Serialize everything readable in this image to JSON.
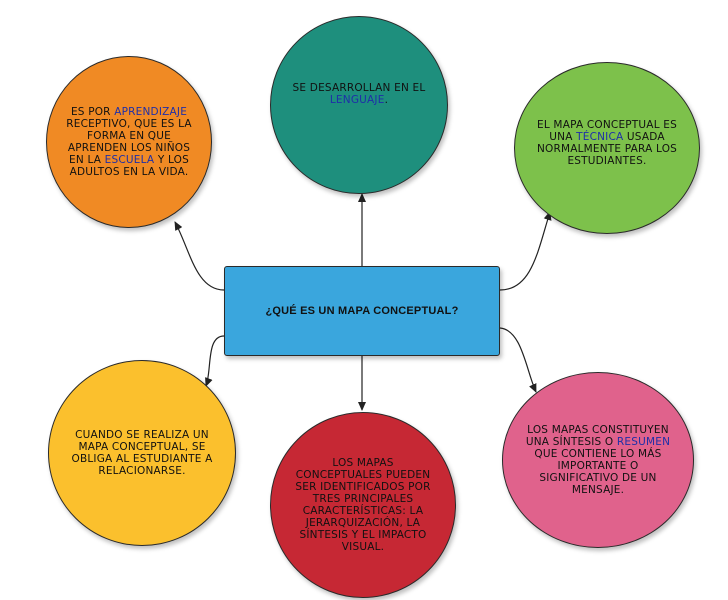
{
  "center": {
    "text": "¿QUÉ  ES UN MAPA CONCEPTUAL?",
    "color": "#3aa6dd"
  },
  "nodes": [
    {
      "id": "top-left",
      "color": "#f08a24",
      "parts": [
        {
          "t": "ES POR "
        },
        {
          "t": "APRENDIZAJE",
          "k": 1
        },
        {
          "t": " RECEPTIVO, QUE ES LA FORMA EN QUE APRENDEN LOS NIÑOS EN LA "
        },
        {
          "t": "ESCUELA",
          "k": 1
        },
        {
          "t": " Y LOS ADULTOS EN LA VIDA."
        }
      ]
    },
    {
      "id": "top-center",
      "color": "#1e8f7d",
      "parts": [
        {
          "t": "SE DESARROLLAN EN EL "
        },
        {
          "t": "LENGUAJE",
          "k": 1
        },
        {
          "t": "."
        }
      ]
    },
    {
      "id": "top-right",
      "color": "#7dc14b",
      "parts": [
        {
          "t": "EL  MAPA CONCEPTUAL ES UNA "
        },
        {
          "t": "TÉCNICA",
          "k": 1
        },
        {
          "t": " USADA NORMALMENTE PARA LOS ESTUDIANTES."
        }
      ]
    },
    {
      "id": "bottom-left",
      "color": "#fbc02d",
      "parts": [
        {
          "t": "CUANDO SE REALIZA UN MAPA CONCEPTUAL, SE OBLIGA AL ESTUDIANTE A RELACIONARSE."
        }
      ]
    },
    {
      "id": "bottom-center",
      "color": "#c62834",
      "parts": [
        {
          "t": "LOS MAPAS CONCEPTUALES PUEDEN SER IDENTIFICADOS POR TRES PRINCIPALES CARACTERÍSTICAS: LA JERARQUIZACIÓN, LA SÍNTESIS Y EL IMPACTO VISUAL."
        }
      ]
    },
    {
      "id": "bottom-right",
      "color": "#e0628c",
      "parts": [
        {
          "t": "LOS MAPAS CONSTITUYEN UNA SÍNTESIS O "
        },
        {
          "t": "RESUMEN",
          "k": 1
        },
        {
          "t": " QUE CONTIENE LO MÁS IMPORTANTE O SIGNIFICATIVO DE UN MENSAJE."
        }
      ]
    }
  ],
  "edges": [
    {
      "from": "center",
      "to": "top-left"
    },
    {
      "from": "center",
      "to": "top-center"
    },
    {
      "from": "center",
      "to": "top-right"
    },
    {
      "from": "center",
      "to": "bottom-left"
    },
    {
      "from": "center",
      "to": "bottom-center"
    },
    {
      "from": "center",
      "to": "bottom-right"
    }
  ]
}
